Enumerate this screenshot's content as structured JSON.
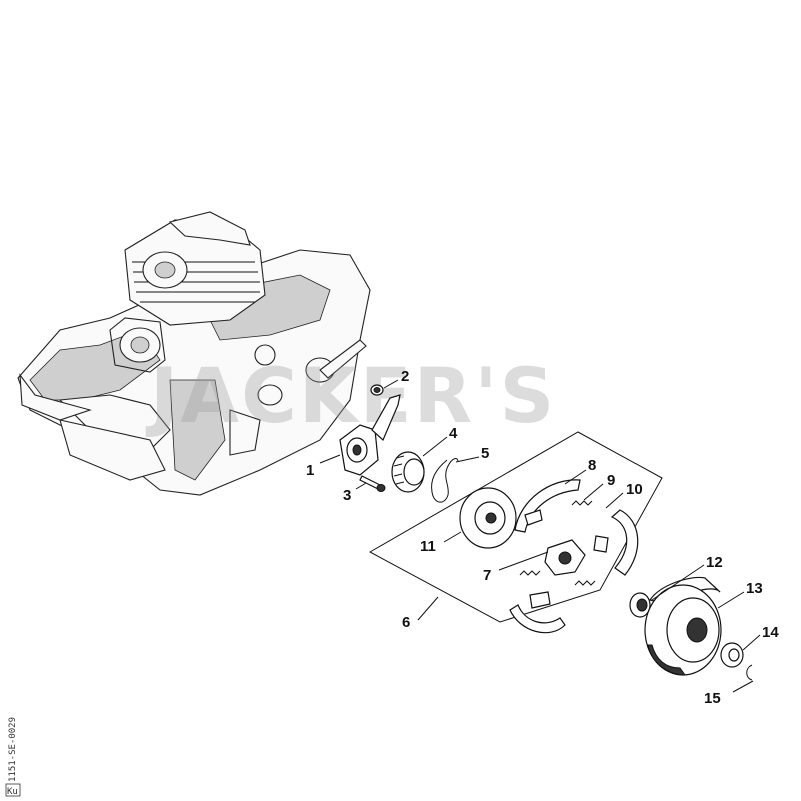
{
  "watermark": "JACKER'S",
  "side_code": "1151-SE-0029",
  "side_badge": "Ku",
  "callouts": {
    "c1": "1",
    "c2": "2",
    "c3": "3",
    "c4": "4",
    "c5": "5",
    "c6": "6",
    "c7": "7",
    "c8": "8",
    "c9": "9",
    "c10": "10",
    "c11": "11",
    "c12": "12",
    "c13": "13",
    "c14": "14",
    "c15": "15"
  }
}
